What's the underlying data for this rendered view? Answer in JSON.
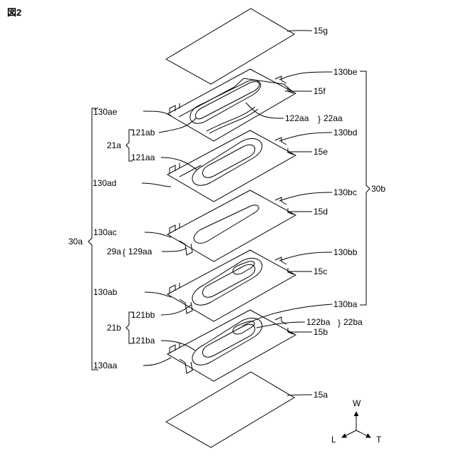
{
  "figure_label": "図2",
  "labels": {
    "l15g": "15g",
    "l130be": "130be",
    "l15f": "15f",
    "l130ae": "130ae",
    "l122aa": "122aa",
    "l22aa": "22aa",
    "l121ab": "121ab",
    "l130bd": "130bd",
    "l21a": "21a",
    "l15e": "15e",
    "l121aa": "121aa",
    "l130ad": "130ad",
    "l30b": "30b",
    "l130bc": "130bc",
    "l15d": "15d",
    "l130ac": "130ac",
    "l30a": "30a",
    "l29a": "29a",
    "l129aa": "129aa",
    "l130bb": "130bb",
    "l15c": "15c",
    "l130ab": "130ab",
    "l130ba": "130ba",
    "l121bb": "121bb",
    "l122ba": "122ba",
    "l22ba": "22ba",
    "l21b": "21b",
    "l15b": "15b",
    "l121ba": "121ba",
    "l130aa": "130aa",
    "l15a": "15a"
  },
  "axes": {
    "w": "W",
    "l": "L",
    "t": "T"
  }
}
